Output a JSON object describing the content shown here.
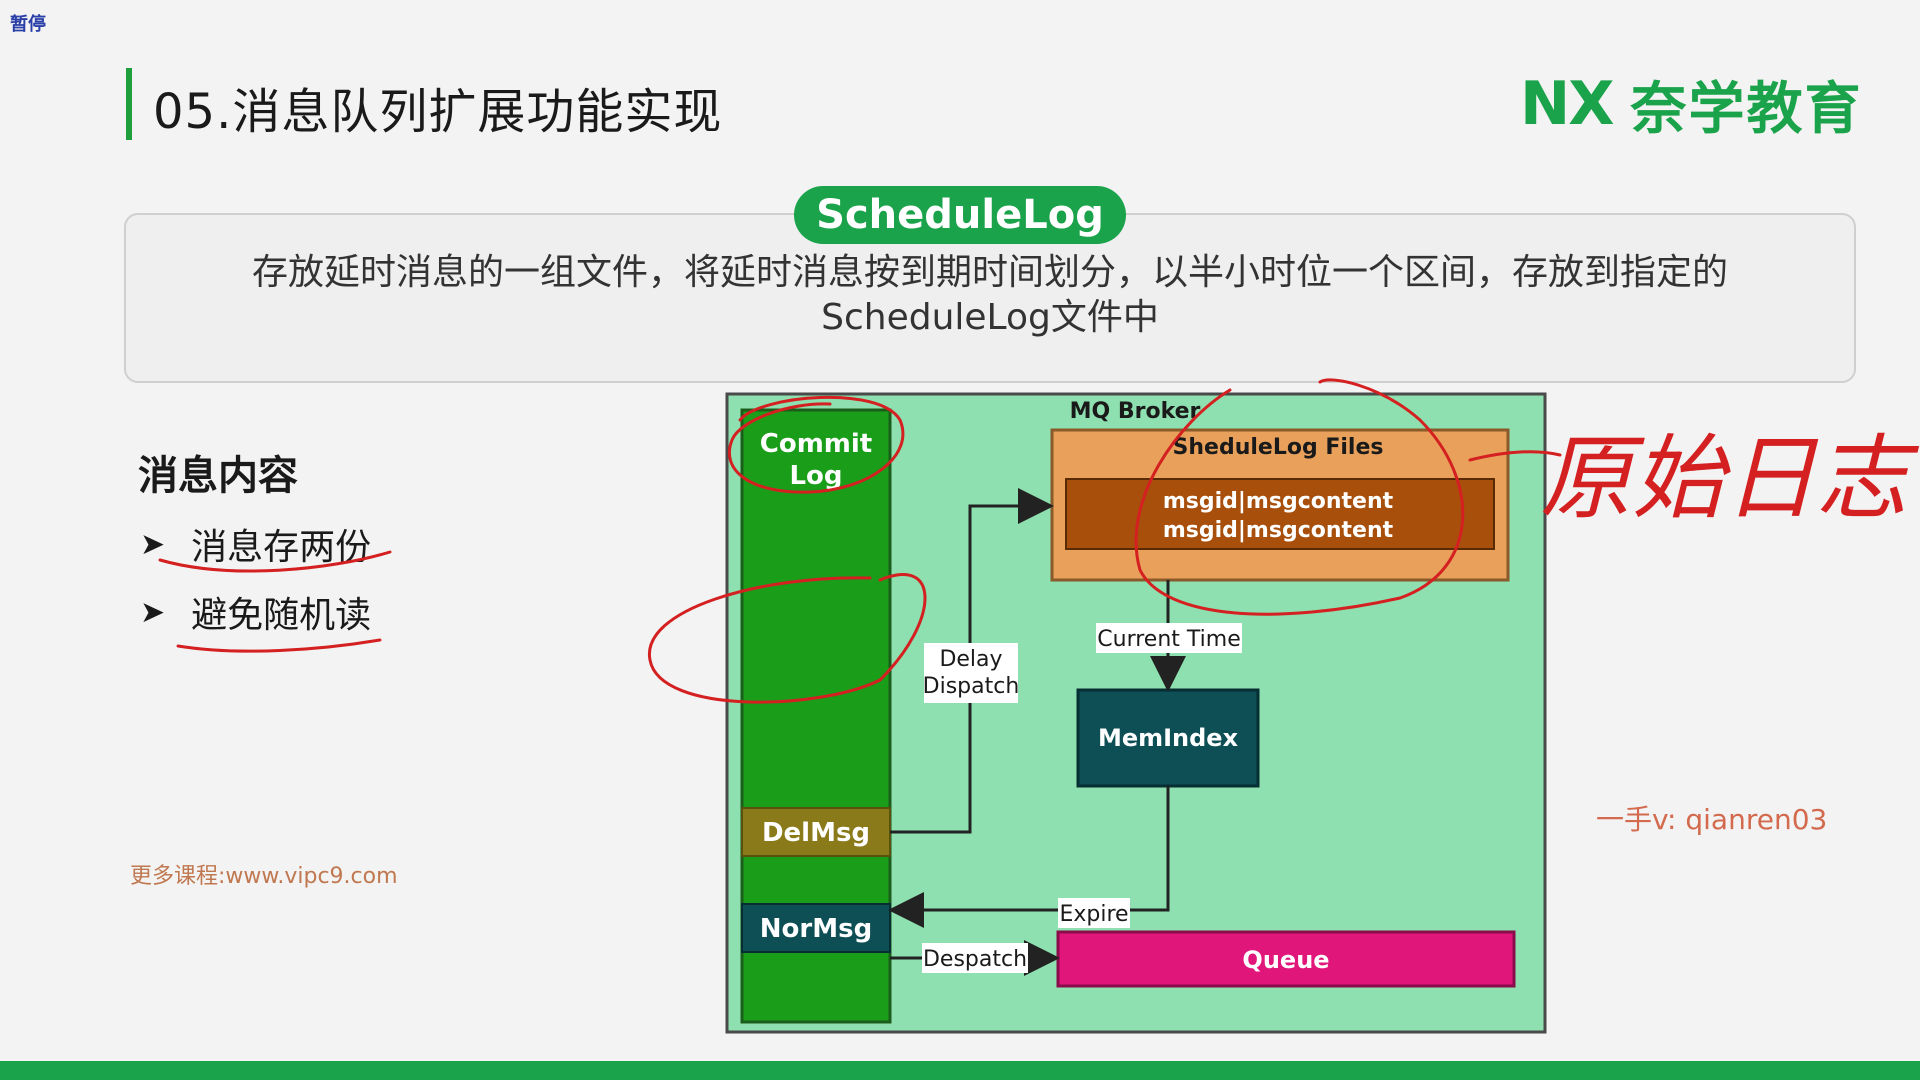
{
  "top_label": "暂停",
  "slide": {
    "title": "05.消息队列扩展功能实现",
    "logo_mark": "NX",
    "logo_text": "奈学教育",
    "badge": "ScheduleLog",
    "description": "存放延时消息的一组文件，将延时消息按到期时间划分，以半小时位一个区间，存放到指定的ScheduleLog文件中",
    "section_title": "消息内容",
    "bullets": [
      "消息存两份",
      "避免随机读"
    ],
    "watermark_url": "更多课程:www.vipc9.com",
    "watermark_contact": "一手v: qianren03",
    "handwritten_note": "原始日志"
  },
  "diagram": {
    "broker_label": "MQ Broker",
    "commit_log": "Commit\nLog",
    "delmsg": "DelMsg",
    "normsg": "NorMsg",
    "schedule_files_title": "SheduleLog Files",
    "schedule_rows": [
      "msgid|msgcontent",
      "msgid|msgcontent"
    ],
    "memindex": "MemIndex",
    "queue": "Queue",
    "edge_labels": {
      "delay_dispatch": "Delay\nDispatch",
      "current_time": "Current Time",
      "expire": "Expire",
      "despatch": "Despatch"
    }
  },
  "colors": {
    "brand_green": "#1aa34a",
    "broker_bg": "#8fe0b0",
    "commit_green": "#1a9e1a",
    "delmsg": "#8a7a1a",
    "normsg": "#0e4f55",
    "schedule_orange": "#e8a05a",
    "schedule_row": "#a84f0c",
    "memindex": "#0e4f55",
    "queue": "#e0167a",
    "ink_red": "#d42020"
  }
}
